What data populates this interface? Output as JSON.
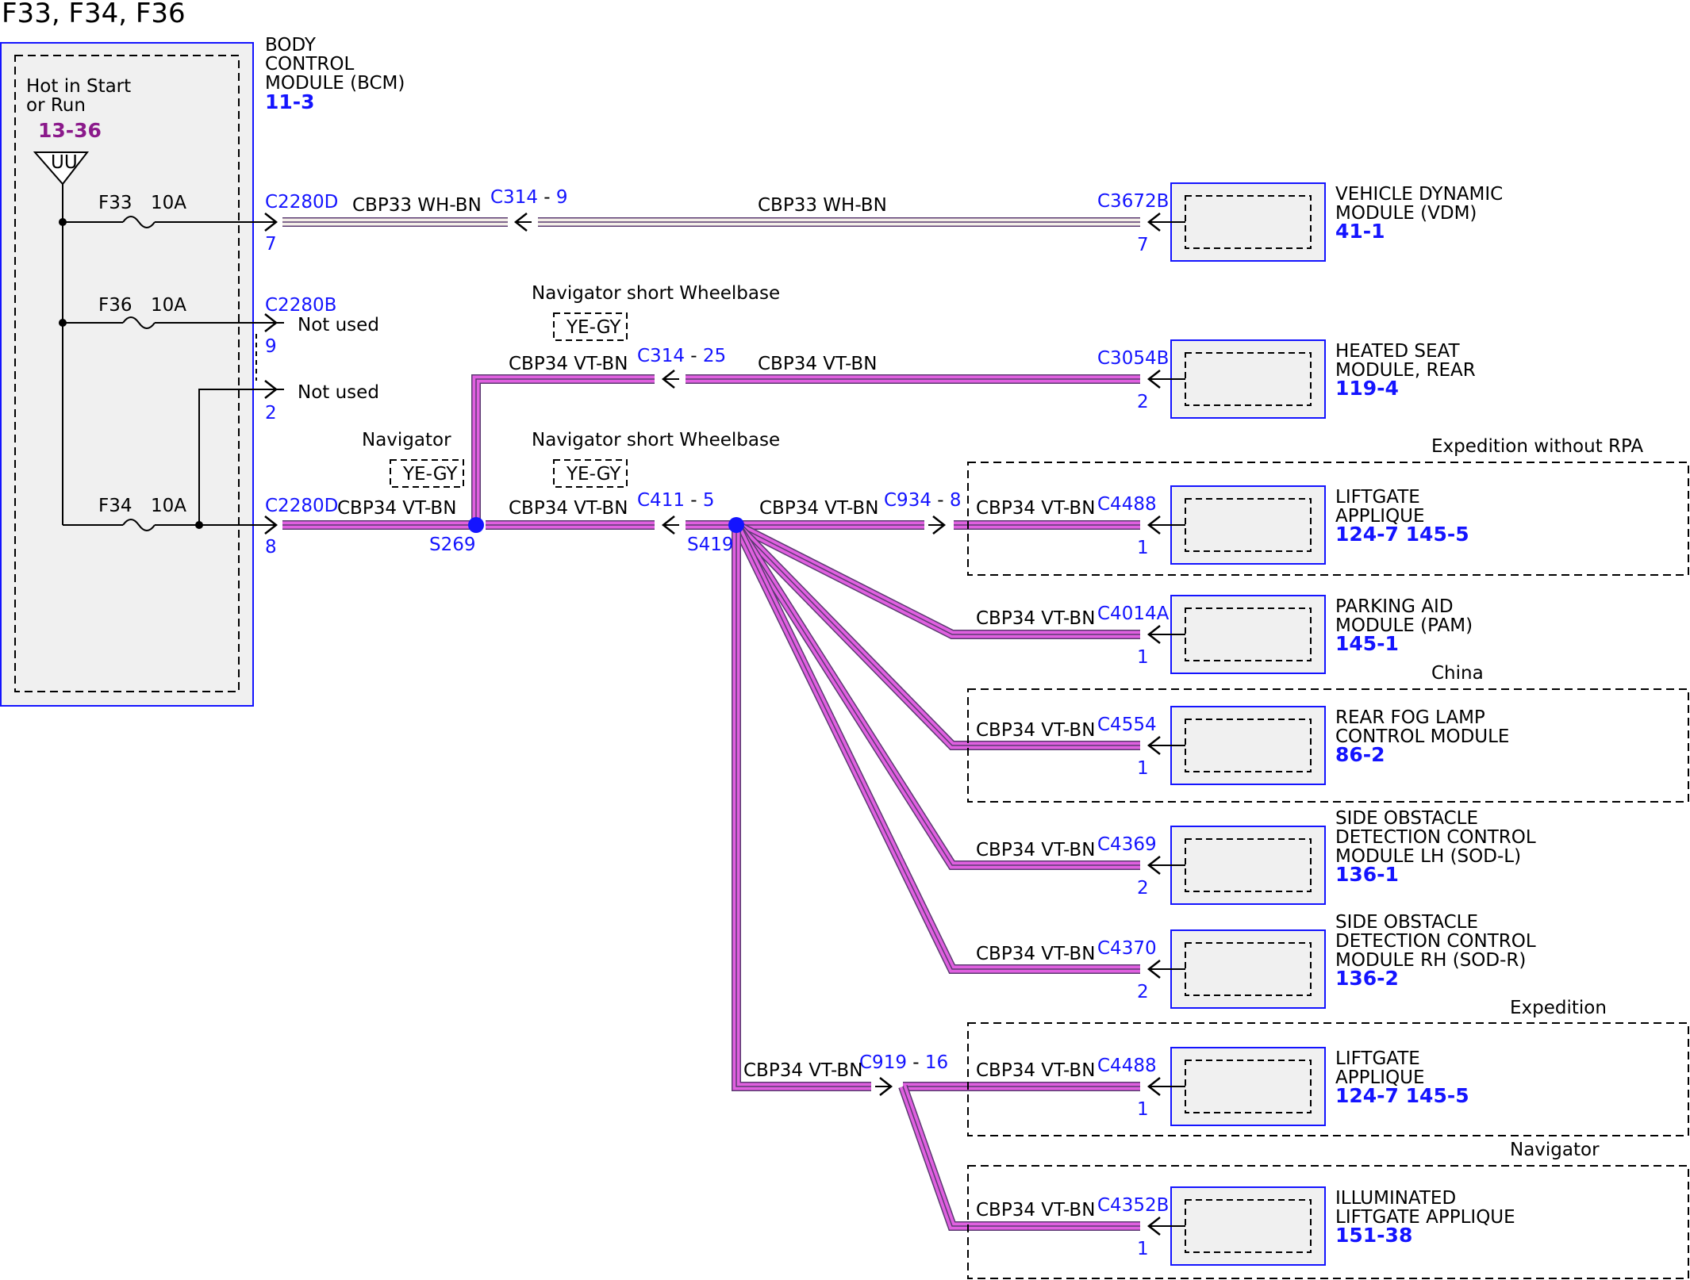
{
  "title": "F33, F34, F36",
  "colors": {
    "wire_pink": "#e060e0",
    "wire_brown": "#7a5a40",
    "wire_white": "#f4efe8",
    "connector_blue": "#1414ff",
    "box_fill": "#f0f0f0",
    "ref_purple": "#8b1a8b"
  },
  "bcm": {
    "name_lines": [
      "BODY",
      "CONTROL",
      "MODULE (BCM)"
    ],
    "ref": "11-3",
    "power_label_lines": [
      "Hot in Start",
      "or Run"
    ],
    "power_ref": "13-36",
    "bus_label": "UU"
  },
  "fuses": [
    {
      "id": "F33",
      "rating": "10A"
    },
    {
      "id": "F36",
      "rating": "10A"
    },
    {
      "id": "F34",
      "rating": "10A"
    }
  ],
  "bcm_connectors": [
    {
      "name": "C2280D",
      "pin": "7"
    },
    {
      "name": "C2280B",
      "pin": "9",
      "status": "Not used"
    },
    {
      "name": "",
      "pin": "2",
      "status": "Not used"
    },
    {
      "name": "C2280D",
      "pin": "8"
    }
  ],
  "splices": [
    "S269",
    "S419"
  ],
  "inline_connectors": [
    {
      "name": "C314",
      "pin": "9"
    },
    {
      "name": "C314",
      "pin": "25"
    },
    {
      "name": "C411",
      "pin": "5"
    },
    {
      "name": "C934",
      "pin": "8"
    },
    {
      "name": "C919",
      "pin": "16"
    }
  ],
  "variant_labels": [
    "Navigator short Wheelbase",
    "Navigator",
    "Navigator short Wheelbase",
    "Expedition without RPA",
    "China",
    "Expedition",
    "Navigator"
  ],
  "alt_color": "YE-GY",
  "wire_circuits": {
    "cbp33": "CBP33  WH-BN",
    "cbp34": "CBP34  VT-BN",
    "cbp34_tight": "CBP34 VT-BN"
  },
  "modules": [
    {
      "connector": "C3672B",
      "pin": "7",
      "lines": [
        "VEHICLE DYNAMIC",
        "MODULE (VDM)"
      ],
      "ref": "41-1"
    },
    {
      "connector": "C3054B",
      "pin": "2",
      "lines": [
        "HEATED SEAT",
        "MODULE, REAR"
      ],
      "ref": "119-4"
    },
    {
      "connector": "C4488",
      "pin": "1",
      "lines": [
        "LIFTGATE",
        "APPLIQUE"
      ],
      "ref": "124-7 145-5"
    },
    {
      "connector": "C4014A",
      "pin": "1",
      "lines": [
        "PARKING AID",
        "MODULE (PAM)"
      ],
      "ref": "145-1"
    },
    {
      "connector": "C4554",
      "pin": "1",
      "lines": [
        "REAR FOG LAMP",
        "CONTROL MODULE"
      ],
      "ref": "86-2"
    },
    {
      "connector": "C4369",
      "pin": "2",
      "lines": [
        "SIDE OBSTACLE",
        "DETECTION CONTROL",
        "MODULE LH (SOD-L)"
      ],
      "ref": "136-1"
    },
    {
      "connector": "C4370",
      "pin": "2",
      "lines": [
        "SIDE OBSTACLE",
        "DETECTION CONTROL",
        "MODULE RH (SOD-R)"
      ],
      "ref": "136-2"
    },
    {
      "connector": "C4488",
      "pin": "1",
      "lines": [
        "LIFTGATE",
        "APPLIQUE"
      ],
      "ref": "124-7 145-5"
    },
    {
      "connector": "C4352B",
      "pin": "1",
      "lines": [
        "ILLUMINATED",
        "LIFTGATE APPLIQUE"
      ],
      "ref": "151-38"
    }
  ]
}
